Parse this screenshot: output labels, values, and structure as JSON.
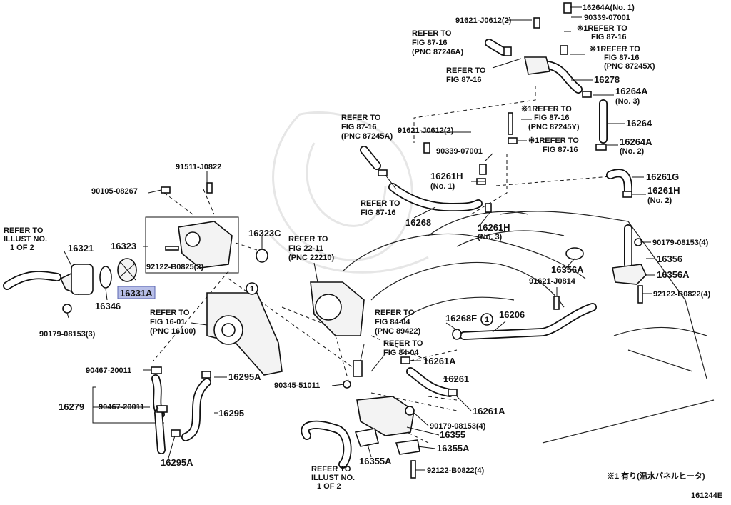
{
  "diagram_id": "161244E",
  "footnote": "※1 有り(温水パネルヒータ)",
  "highlighted_part": "16331A",
  "labels": {
    "p16264A_n1": "16264A(No. 1)",
    "p90339_top": "90339-07001",
    "p91621_top": "91621-J0612(2)",
    "ref_a1": "※1REFER TO",
    "ref_a2": "FIG 87-16",
    "ref_b1": "※1REFER TO",
    "ref_b2": "FIG 87-16",
    "ref_b3": "(PNC 87245X)",
    "ref_c1": "REFER TO",
    "ref_c2": "FIG 87-16",
    "ref_c3": "(PNC 87246A)",
    "ref_d1": "REFER TO",
    "ref_d2": "FIG 87-16",
    "p16278": "16278",
    "p16264A_n3a": "16264A",
    "p16264A_n3b": "(No. 3)",
    "ref_e1": "※1REFER TO",
    "ref_e2": "FIG 87-16",
    "ref_e3": "(PNC 87245Y)",
    "p16264": "16264",
    "ref_f1": "REFER TO",
    "ref_f2": "FIG 87-16",
    "ref_f3": "(PNC 87245A)",
    "p91621_mid": "91621-J0612(2)",
    "ref_g1": "※1REFER TO",
    "ref_g2": "FIG 87-16",
    "p16264A_n2a": "16264A",
    "p16264A_n2b": "(No. 2)",
    "p90339_mid": "90339-07001",
    "p16261H_n1a": "16261H",
    "p16261H_n1b": "(No. 1)",
    "p16261G": "16261G",
    "p16261H_n2a": "16261H",
    "p16261H_n2b": "(No. 2)",
    "ref_h1": "REFER TO",
    "ref_h2": "FIG 87-16",
    "p16268": "16268",
    "p16261H_n3a": "16261H",
    "p16261H_n3b": "(No. 3)",
    "p91511": "91511-J0822",
    "p90105": "90105-08267",
    "ref_i1": "REFER TO",
    "ref_i2": "ILLUST NO.",
    "ref_i3": "1 OF 2",
    "p16321": "16321",
    "p16323": "16323",
    "p16323C": "16323C",
    "ref_j1": "REFER TO",
    "ref_j2": "FIG 22-11",
    "ref_j3": "(PNC 22210)",
    "p92122_a": "92122-B0825(3)",
    "p16346": "16346",
    "p90179_a": "90179-08153(3)",
    "p90179_r": "90179-08153(4)",
    "p16356": "16356",
    "p16356A_a": "16356A",
    "p16356A_b": "16356A",
    "p91621_low": "91621-J0814",
    "p92122_r": "92122-B0822(4)",
    "ref_k1": "REFER TO",
    "ref_k2": "FIG 16-01",
    "ref_k3": "(PNC 16100)",
    "ref_l1": "REFER TO",
    "ref_l2": "FIG 84-04",
    "ref_l3": "(PNC 89422)",
    "ref_m1": "REFER TO",
    "ref_m2": "FIG 84-04",
    "p16268F": "16268F",
    "p16206": "16206",
    "p16261A_a": "16261A",
    "p16261": "16261",
    "p16261A_b": "16261A",
    "p90467_a": "90467-20011",
    "p16295A_a": "16295A",
    "p90345": "90345-51011",
    "p16279": "16279",
    "p90467_b": "90467-20011",
    "p16295": "16295",
    "p90179_b": "90179-08153(4)",
    "p16355": "16355",
    "p16355A": "16355A",
    "p16295A_b": "16295A",
    "p16355A_b": "16355A",
    "p92122_b": "92122-B0822(4)",
    "ref_n1": "REFER TO",
    "ref_n2": "ILLUST NO.",
    "ref_n3": "1 OF 2",
    "circle1": "1",
    "circle2": "1"
  }
}
